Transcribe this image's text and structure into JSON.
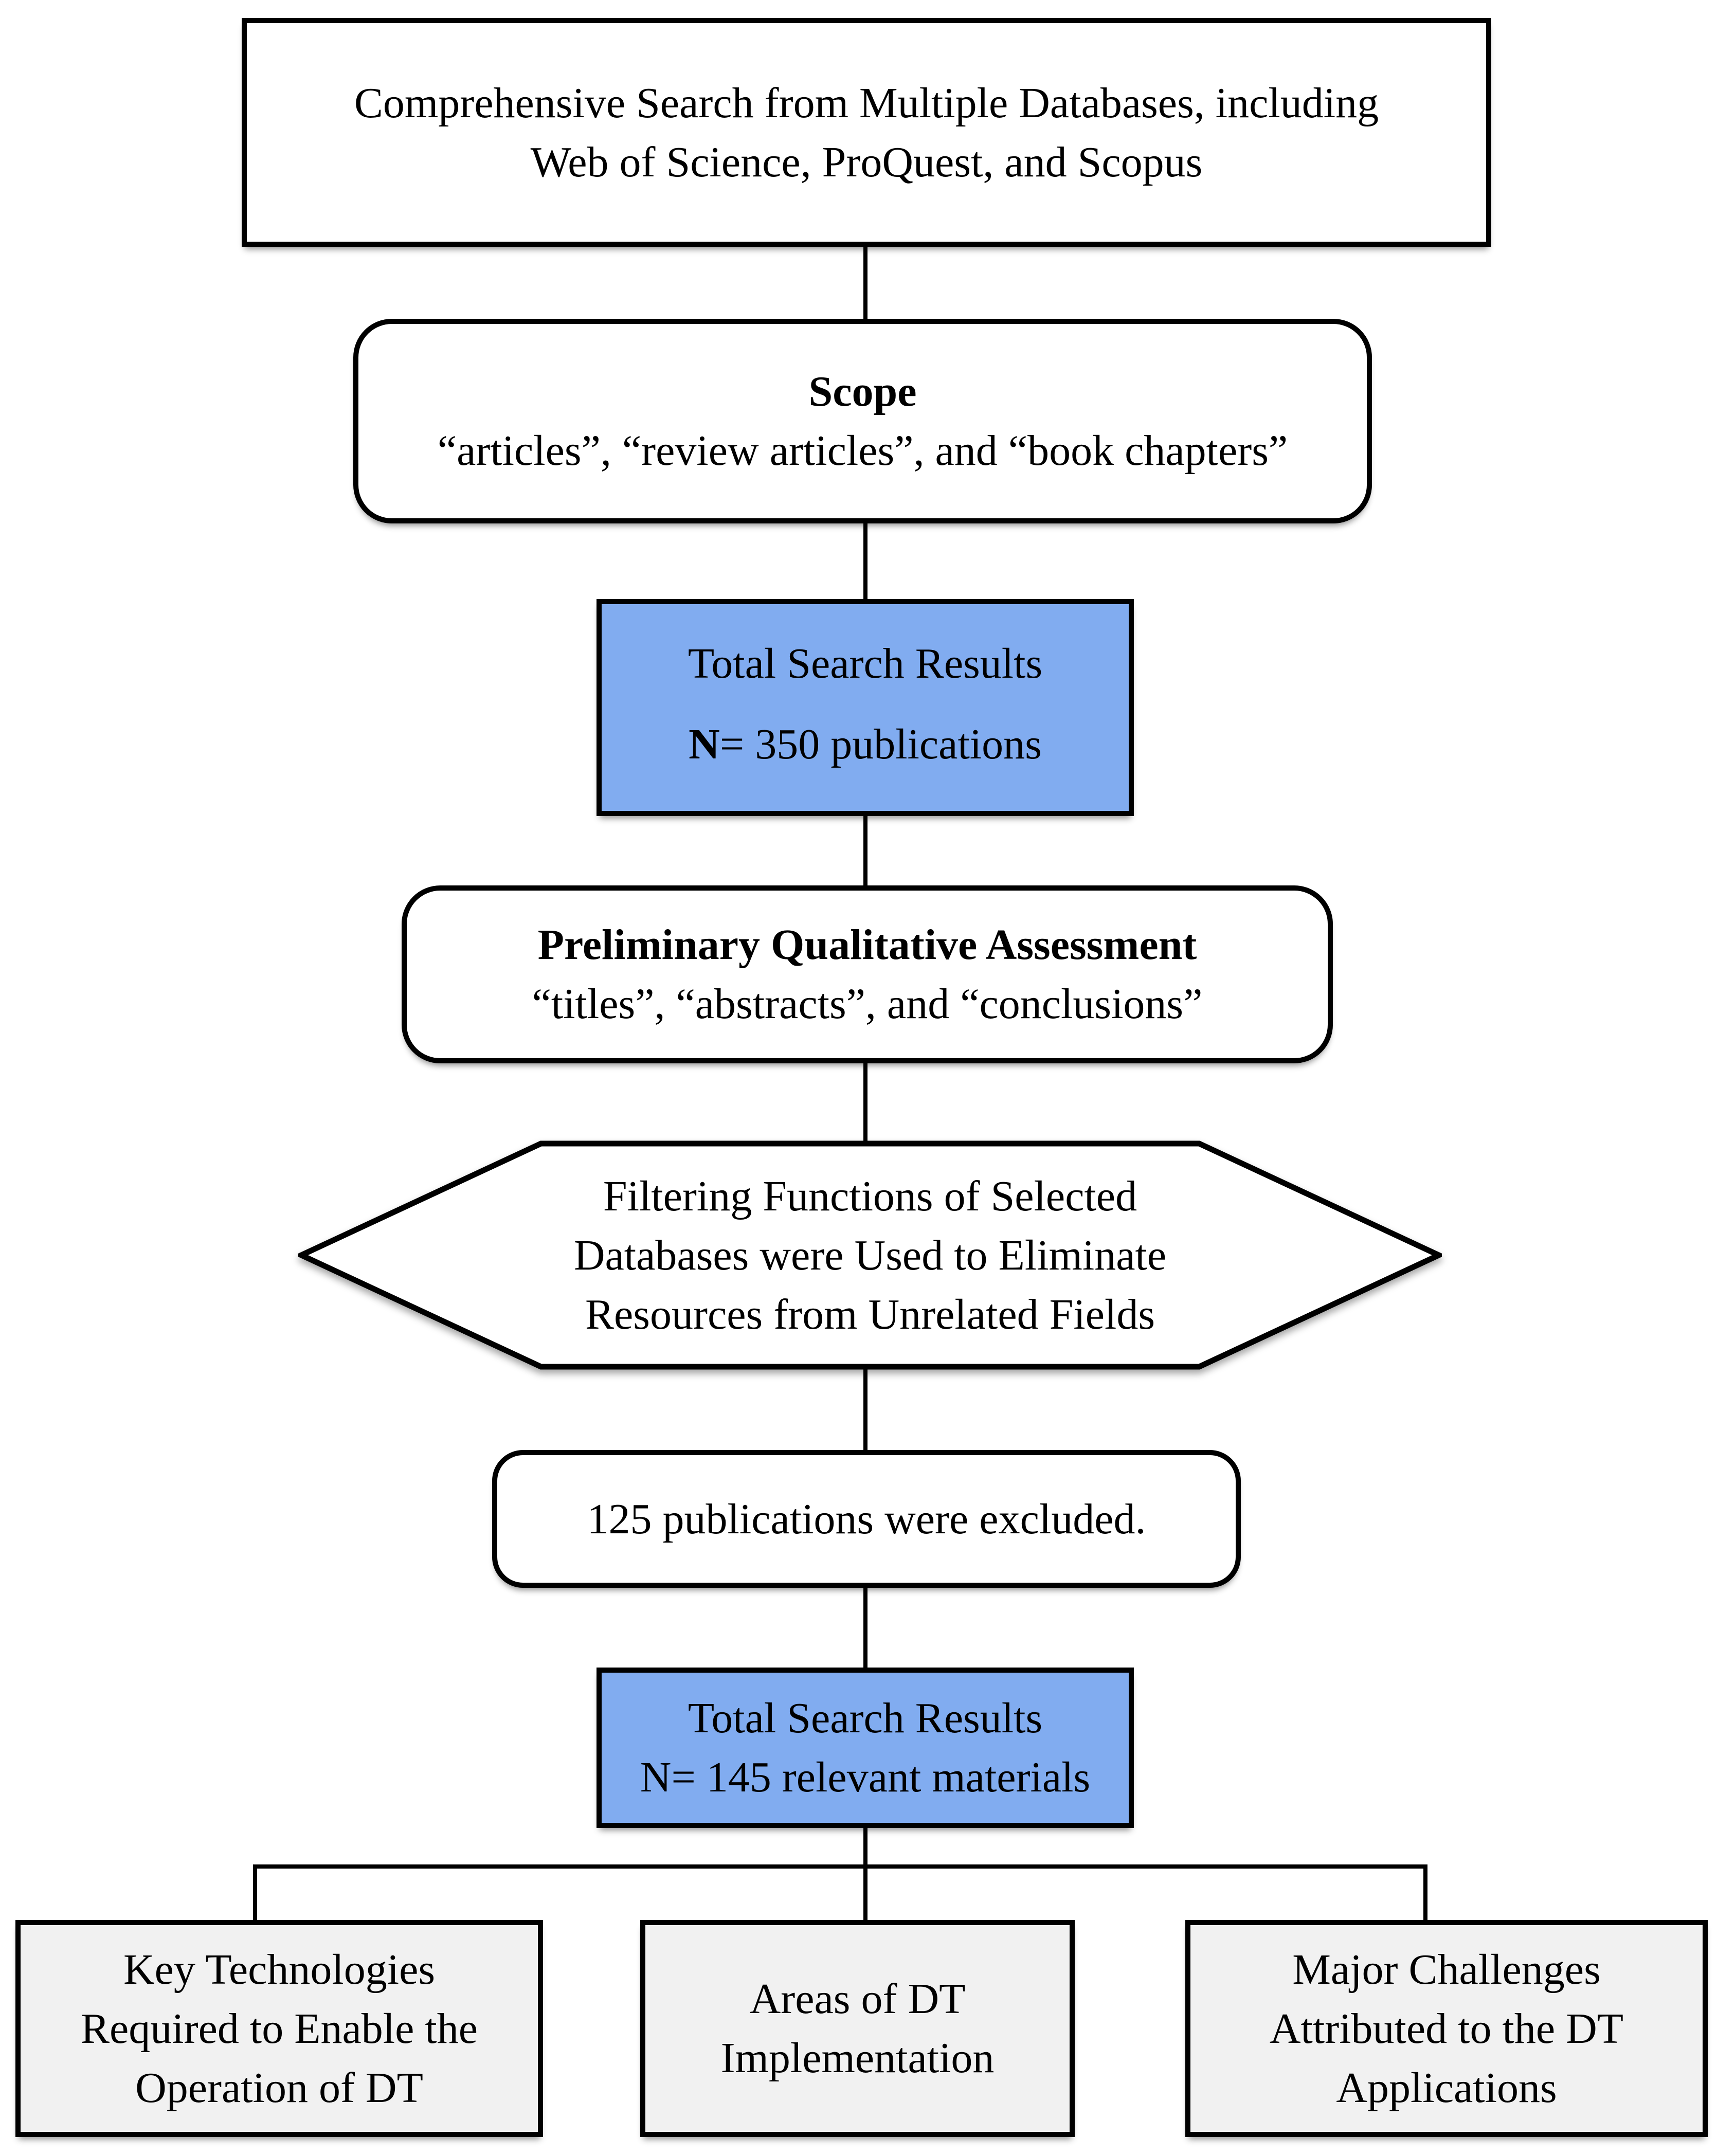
{
  "colors": {
    "background": "#FFFFFF",
    "border": "#000000",
    "text": "#000000",
    "highlight_box_fill": "#81ACF0",
    "category_box_fill": "#F1F1F1",
    "plain_box_fill": "#FFFFFF"
  },
  "flowchart": {
    "search_box": {
      "lines": [
        "Comprehensive Search from Multiple Databases, including",
        "Web of Science, ProQuest, and Scopus"
      ]
    },
    "scope_box": {
      "title": "Scope",
      "subtitle": "“articles”, “review articles”, and “book chapters”"
    },
    "total_results_box": {
      "title": "Total Search Results",
      "n_label": "N",
      "n_value": "= 350 publications"
    },
    "assessment_box": {
      "title": "Preliminary Qualitative Assessment",
      "subtitle": "“titles”, “abstracts”, and “conclusions”"
    },
    "filtering_hexagon": {
      "lines": [
        "Filtering Functions of Selected",
        "Databases were Used to Eliminate",
        "Resources from Unrelated Fields"
      ]
    },
    "excluded_box": {
      "text": "125 publications were excluded."
    },
    "relevant_results_box": {
      "line1": "Total Search Results",
      "line2": "N= 145 relevant materials"
    },
    "category_boxes": [
      {
        "lines": [
          "Key Technologies",
          "Required to Enable the",
          "Operation of DT"
        ]
      },
      {
        "lines": [
          "Areas of DT",
          "Implementation"
        ]
      },
      {
        "lines": [
          "Major Challenges",
          "Attributed to the DT",
          "Applications"
        ]
      }
    ]
  }
}
